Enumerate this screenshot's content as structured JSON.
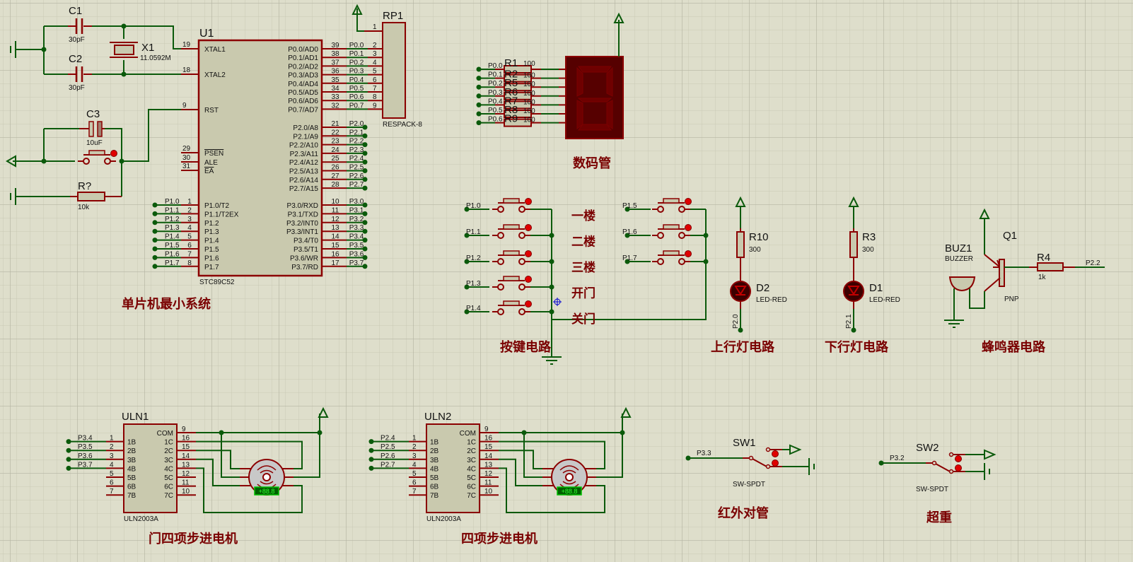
{
  "colors": {
    "background": "#dedecb",
    "grid": "#c9c9b6",
    "grid_major": "#b4b4a2",
    "wire": "#0b5a0b",
    "component": "#8b0000",
    "body": "#c9c9ae",
    "label": "#7a0000",
    "display_bg": "#560000",
    "display_seg": "#6e0000",
    "led": "#c00000",
    "probe": "#00c000"
  },
  "section_labels": {
    "mcu": "单片机最小系统",
    "display": "数码管",
    "keys": "按键电路",
    "up_light": "上行灯电路",
    "down_light": "下行灯电路",
    "buzzer": "蜂鸣器电路",
    "door_motor": "门四项步进电机",
    "motor": "四项步进电机",
    "infrared": "红外对管",
    "overweight": "超重"
  },
  "key_labels": [
    "一楼",
    "二楼",
    "三楼",
    "开门",
    "关门"
  ],
  "mcu": {
    "ref": "U1",
    "part": "STC89C52",
    "ctrl_pins": [
      {
        "num": "19",
        "name": "XTAL1"
      },
      {
        "num": "18",
        "name": "XTAL2"
      },
      {
        "num": "9",
        "name": "RST"
      },
      {
        "num": "29",
        "name": "PSEN"
      },
      {
        "num": "30",
        "name": "ALE"
      },
      {
        "num": "31",
        "name": "EA"
      }
    ],
    "p1_pins": [
      {
        "num": "1",
        "name": "P1.0/T2",
        "net": "P1.0"
      },
      {
        "num": "2",
        "name": "P1.1/T2EX",
        "net": "P1.1"
      },
      {
        "num": "3",
        "name": "P1.2",
        "net": "P1.2"
      },
      {
        "num": "4",
        "name": "P1.3",
        "net": "P1.3"
      },
      {
        "num": "5",
        "name": "P1.4",
        "net": "P1.4"
      },
      {
        "num": "6",
        "name": "P1.5",
        "net": "P1.5"
      },
      {
        "num": "7",
        "name": "P1.6",
        "net": "P1.6"
      },
      {
        "num": "8",
        "name": "P1.7",
        "net": "P1.7"
      }
    ],
    "p0_pins": [
      {
        "num": "39",
        "name": "P0.0/AD0",
        "net": "P0.0",
        "rp": "2"
      },
      {
        "num": "38",
        "name": "P0.1/AD1",
        "net": "P0.1",
        "rp": "3"
      },
      {
        "num": "37",
        "name": "P0.2/AD2",
        "net": "P0.2",
        "rp": "4"
      },
      {
        "num": "36",
        "name": "P0.3/AD3",
        "net": "P0.3",
        "rp": "5"
      },
      {
        "num": "35",
        "name": "P0.4/AD4",
        "net": "P0.4",
        "rp": "6"
      },
      {
        "num": "34",
        "name": "P0.5/AD5",
        "net": "P0.5",
        "rp": "7"
      },
      {
        "num": "33",
        "name": "P0.6/AD6",
        "net": "P0.6",
        "rp": "8"
      },
      {
        "num": "32",
        "name": "P0.7/AD7",
        "net": "P0.7",
        "rp": "9"
      }
    ],
    "p2_pins": [
      {
        "num": "21",
        "name": "P2.0/A8",
        "net": "P2.0"
      },
      {
        "num": "22",
        "name": "P2.1/A9",
        "net": "P2.1"
      },
      {
        "num": "23",
        "name": "P2.2/A10",
        "net": "P2.2"
      },
      {
        "num": "24",
        "name": "P2.3/A11",
        "net": "P2.3"
      },
      {
        "num": "25",
        "name": "P2.4/A12",
        "net": "P2.4"
      },
      {
        "num": "26",
        "name": "P2.5/A13",
        "net": "P2.5"
      },
      {
        "num": "27",
        "name": "P2.6/A14",
        "net": "P2.6"
      },
      {
        "num": "28",
        "name": "P2.7/A15",
        "net": "P2.7"
      }
    ],
    "p3_pins": [
      {
        "num": "10",
        "name": "P3.0/RXD",
        "net": "P3.0"
      },
      {
        "num": "11",
        "name": "P3.1/TXD",
        "net": "P3.1"
      },
      {
        "num": "12",
        "name": "P3.2/INT0",
        "net": "P3.2"
      },
      {
        "num": "13",
        "name": "P3.3/INT1",
        "net": "P3.3"
      },
      {
        "num": "14",
        "name": "P3.4/T0",
        "net": "P3.4"
      },
      {
        "num": "15",
        "name": "P3.5/T1",
        "net": "P3.5"
      },
      {
        "num": "16",
        "name": "P3.6/WR",
        "net": "P3.6"
      },
      {
        "num": "17",
        "name": "P3.7/RD",
        "net": "P3.7"
      }
    ]
  },
  "clock": {
    "c1": {
      "ref": "C1",
      "value": "30pF"
    },
    "c2": {
      "ref": "C2",
      "value": "30pF"
    },
    "x1": {
      "ref": "X1",
      "value": "11.0592M"
    }
  },
  "reset": {
    "c3": {
      "ref": "C3",
      "value": "10uF"
    },
    "r": {
      "ref": "R?",
      "value": "10k"
    }
  },
  "rp1": {
    "ref": "RP1",
    "part": "RESPACK-8",
    "pin1": "1"
  },
  "seg_resistors": [
    {
      "ref": "R1",
      "value": "100",
      "net": "P0.0"
    },
    {
      "ref": "R2",
      "value": "100",
      "net": "P0.1"
    },
    {
      "ref": "R5",
      "value": "100",
      "net": "P0.2"
    },
    {
      "ref": "R6",
      "value": "100",
      "net": "P0.3"
    },
    {
      "ref": "R7",
      "value": "100",
      "net": "P0.4"
    },
    {
      "ref": "R8",
      "value": "100",
      "net": "P0.5"
    },
    {
      "ref": "R9",
      "value": "100",
      "net": "P0.6"
    }
  ],
  "keys_left": [
    "P1.0",
    "P1.1",
    "P1.2",
    "P1.3",
    "P1.4"
  ],
  "keys_right": [
    "P1.5",
    "P1.6",
    "P1.7"
  ],
  "led_up": {
    "r_ref": "R10",
    "r_value": "300",
    "d_ref": "D2",
    "d_part": "LED-RED",
    "net": "P2.0"
  },
  "led_down": {
    "r_ref": "R3",
    "r_value": "300",
    "d_ref": "D1",
    "d_part": "LED-RED",
    "net": "P2.1"
  },
  "buzzer": {
    "ref": "BUZ1",
    "part": "BUZZER",
    "q_ref": "Q1",
    "q_part": "PNP",
    "r_ref": "R4",
    "r_value": "1k",
    "net": "P2.2"
  },
  "uln1": {
    "ref": "ULN1",
    "part": "ULN2003A",
    "nets": [
      "P3.4",
      "P3.5",
      "P3.6",
      "P3.7"
    ],
    "motor_readout": "+88.8"
  },
  "uln2": {
    "ref": "ULN2",
    "part": "ULN2003A",
    "nets": [
      "P2.4",
      "P2.5",
      "P2.6",
      "P2.7"
    ],
    "motor_readout": "+88.8"
  },
  "uln_pins": {
    "left": [
      {
        "num": "1",
        "name": "1B"
      },
      {
        "num": "2",
        "name": "2B"
      },
      {
        "num": "3",
        "name": "3B"
      },
      {
        "num": "4",
        "name": "4B"
      },
      {
        "num": "5",
        "name": "5B"
      },
      {
        "num": "6",
        "name": "6B"
      },
      {
        "num": "7",
        "name": "7B"
      }
    ],
    "right": [
      {
        "num": "9",
        "name": "COM"
      },
      {
        "num": "16",
        "name": "1C"
      },
      {
        "num": "15",
        "name": "2C"
      },
      {
        "num": "14",
        "name": "3C"
      },
      {
        "num": "13",
        "name": "4C"
      },
      {
        "num": "12",
        "name": "5C"
      },
      {
        "num": "11",
        "name": "6C"
      },
      {
        "num": "10",
        "name": "7C"
      }
    ]
  },
  "sw1": {
    "ref": "SW1",
    "part": "SW-SPDT",
    "net": "P3.3"
  },
  "sw2": {
    "ref": "SW2",
    "part": "SW-SPDT",
    "net": "P3.2"
  }
}
